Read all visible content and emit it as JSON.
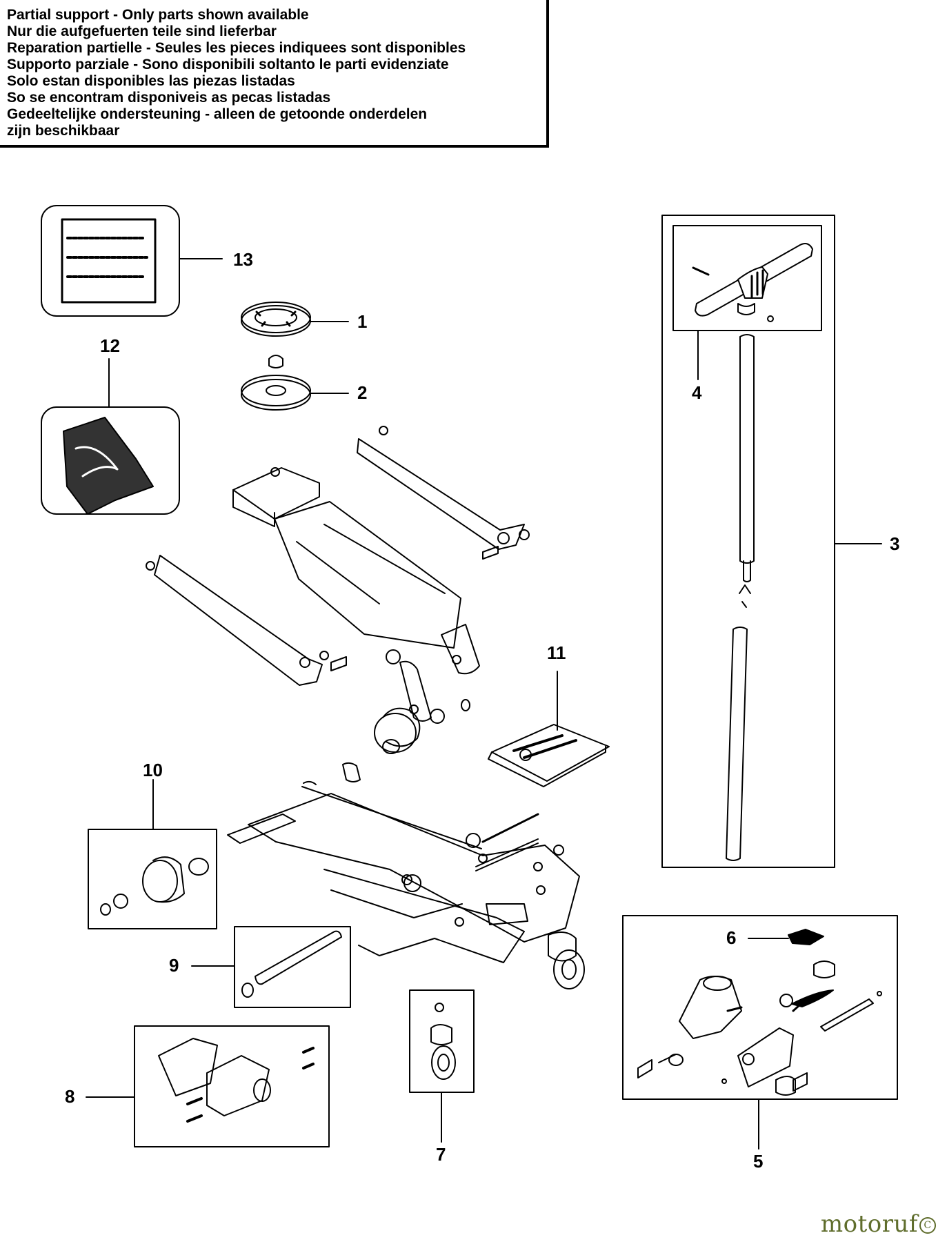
{
  "notice": {
    "lines": [
      "Partial support - Only parts shown available",
      "Nur die aufgefuerten teile sind lieferbar",
      "Reparation partielle - Seules les pieces indiquees sont disponibles",
      "Supporto parziale - Sono disponibili soltanto le parti evidenziate",
      "Solo estan disponibles las piezas listadas",
      "So se encontram disponiveis as pecas listadas",
      "Gedeeltelijke ondersteuning - alleen de getoonde onderdelen",
      "zijn beschikbaar"
    ]
  },
  "callouts": {
    "p1": "1",
    "p2": "2",
    "p3": "3",
    "p4": "4",
    "p5": "5",
    "p6": "6",
    "p7": "7",
    "p8": "8",
    "p9": "9",
    "p10": "10",
    "p11": "11",
    "p12": "12",
    "p13": "13"
  },
  "brand": {
    "name": "motoruf",
    "mark": "C"
  }
}
